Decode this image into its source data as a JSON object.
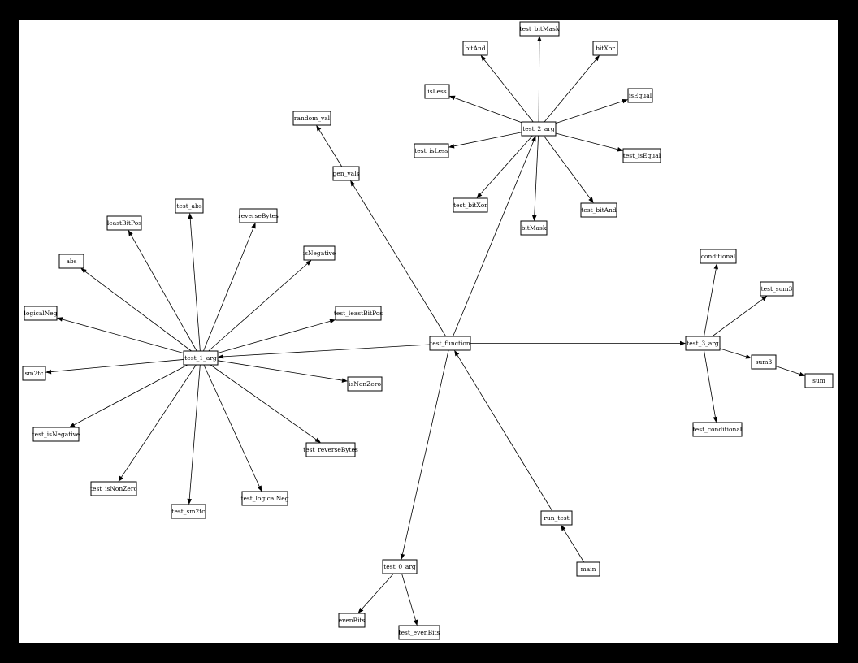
{
  "diagram": {
    "background": "#000000",
    "canvas": "#ffffff",
    "nodes": [
      {
        "id": "test_function",
        "label": "test_function"
      },
      {
        "id": "test_1_arg",
        "label": "test_1_arg"
      },
      {
        "id": "test_2_arg",
        "label": "test_2_arg"
      },
      {
        "id": "test_3_arg",
        "label": "test_3_arg"
      },
      {
        "id": "test_0_arg",
        "label": "test_0_arg"
      },
      {
        "id": "gen_vals",
        "label": "gen_vals"
      },
      {
        "id": "random_val",
        "label": "random_val"
      },
      {
        "id": "run_test",
        "label": "run_test"
      },
      {
        "id": "main",
        "label": "main"
      },
      {
        "id": "test_bitMask",
        "label": "test_bitMask"
      },
      {
        "id": "bitAnd",
        "label": "bitAnd"
      },
      {
        "id": "bitXor",
        "label": "bitXor"
      },
      {
        "id": "isLess",
        "label": "isLess"
      },
      {
        "id": "isEqual",
        "label": "isEqual"
      },
      {
        "id": "test_isLess",
        "label": "test_isLess"
      },
      {
        "id": "test_isEqual",
        "label": "test_isEqual"
      },
      {
        "id": "test_bitXor",
        "label": "test_bitXor"
      },
      {
        "id": "test_bitAnd",
        "label": "test_bitAnd"
      },
      {
        "id": "bitMask",
        "label": "bitMask"
      },
      {
        "id": "test_abs",
        "label": "test_abs"
      },
      {
        "id": "leastBitPos",
        "label": "leastBitPos"
      },
      {
        "id": "reverseBytes",
        "label": "reverseBytes"
      },
      {
        "id": "abs",
        "label": "abs"
      },
      {
        "id": "isNegative",
        "label": "isNegative"
      },
      {
        "id": "logicalNeg",
        "label": "logicalNeg"
      },
      {
        "id": "test_leastBitPos",
        "label": "test_leastBitPos"
      },
      {
        "id": "sm2tc",
        "label": "sm2tc"
      },
      {
        "id": "isNonZero",
        "label": "isNonZero"
      },
      {
        "id": "test_isNegative",
        "label": "test_isNegative"
      },
      {
        "id": "test_reverseBytes",
        "label": "test_reverseBytes"
      },
      {
        "id": "test_isNonZero",
        "label": "test_isNonZero"
      },
      {
        "id": "test_sm2tc",
        "label": "test_sm2tc"
      },
      {
        "id": "test_logicalNeg",
        "label": "test_logicalNeg"
      },
      {
        "id": "conditional",
        "label": "conditional"
      },
      {
        "id": "test_sum3",
        "label": "test_sum3"
      },
      {
        "id": "sum3",
        "label": "sum3"
      },
      {
        "id": "sum",
        "label": "sum"
      },
      {
        "id": "test_conditional",
        "label": "test_conditional"
      },
      {
        "id": "evenBits",
        "label": "evenBits"
      },
      {
        "id": "test_evenBits",
        "label": "test_evenBits"
      }
    ],
    "edges": [
      [
        "test_function",
        "gen_vals"
      ],
      [
        "gen_vals",
        "random_val"
      ],
      [
        "test_function",
        "test_2_arg"
      ],
      [
        "test_function",
        "test_1_arg"
      ],
      [
        "test_function",
        "test_3_arg"
      ],
      [
        "test_function",
        "test_0_arg"
      ],
      [
        "run_test",
        "test_function"
      ],
      [
        "main",
        "run_test"
      ],
      [
        "test_2_arg",
        "test_bitMask"
      ],
      [
        "test_2_arg",
        "bitAnd"
      ],
      [
        "test_2_arg",
        "bitXor"
      ],
      [
        "test_2_arg",
        "isLess"
      ],
      [
        "test_2_arg",
        "isEqual"
      ],
      [
        "test_2_arg",
        "test_isLess"
      ],
      [
        "test_2_arg",
        "test_isEqual"
      ],
      [
        "test_2_arg",
        "test_bitXor"
      ],
      [
        "test_2_arg",
        "test_bitAnd"
      ],
      [
        "test_2_arg",
        "bitMask"
      ],
      [
        "test_1_arg",
        "test_abs"
      ],
      [
        "test_1_arg",
        "leastBitPos"
      ],
      [
        "test_1_arg",
        "reverseBytes"
      ],
      [
        "test_1_arg",
        "abs"
      ],
      [
        "test_1_arg",
        "isNegative"
      ],
      [
        "test_1_arg",
        "logicalNeg"
      ],
      [
        "test_1_arg",
        "test_leastBitPos"
      ],
      [
        "test_1_arg",
        "sm2tc"
      ],
      [
        "test_1_arg",
        "isNonZero"
      ],
      [
        "test_1_arg",
        "test_isNegative"
      ],
      [
        "test_1_arg",
        "test_reverseBytes"
      ],
      [
        "test_1_arg",
        "test_isNonZero"
      ],
      [
        "test_1_arg",
        "test_sm2tc"
      ],
      [
        "test_1_arg",
        "test_logicalNeg"
      ],
      [
        "test_3_arg",
        "conditional"
      ],
      [
        "test_3_arg",
        "test_sum3"
      ],
      [
        "test_3_arg",
        "sum3"
      ],
      [
        "sum3",
        "sum"
      ],
      [
        "test_3_arg",
        "test_conditional"
      ],
      [
        "test_0_arg",
        "evenBits"
      ],
      [
        "test_0_arg",
        "test_evenBits"
      ]
    ]
  }
}
